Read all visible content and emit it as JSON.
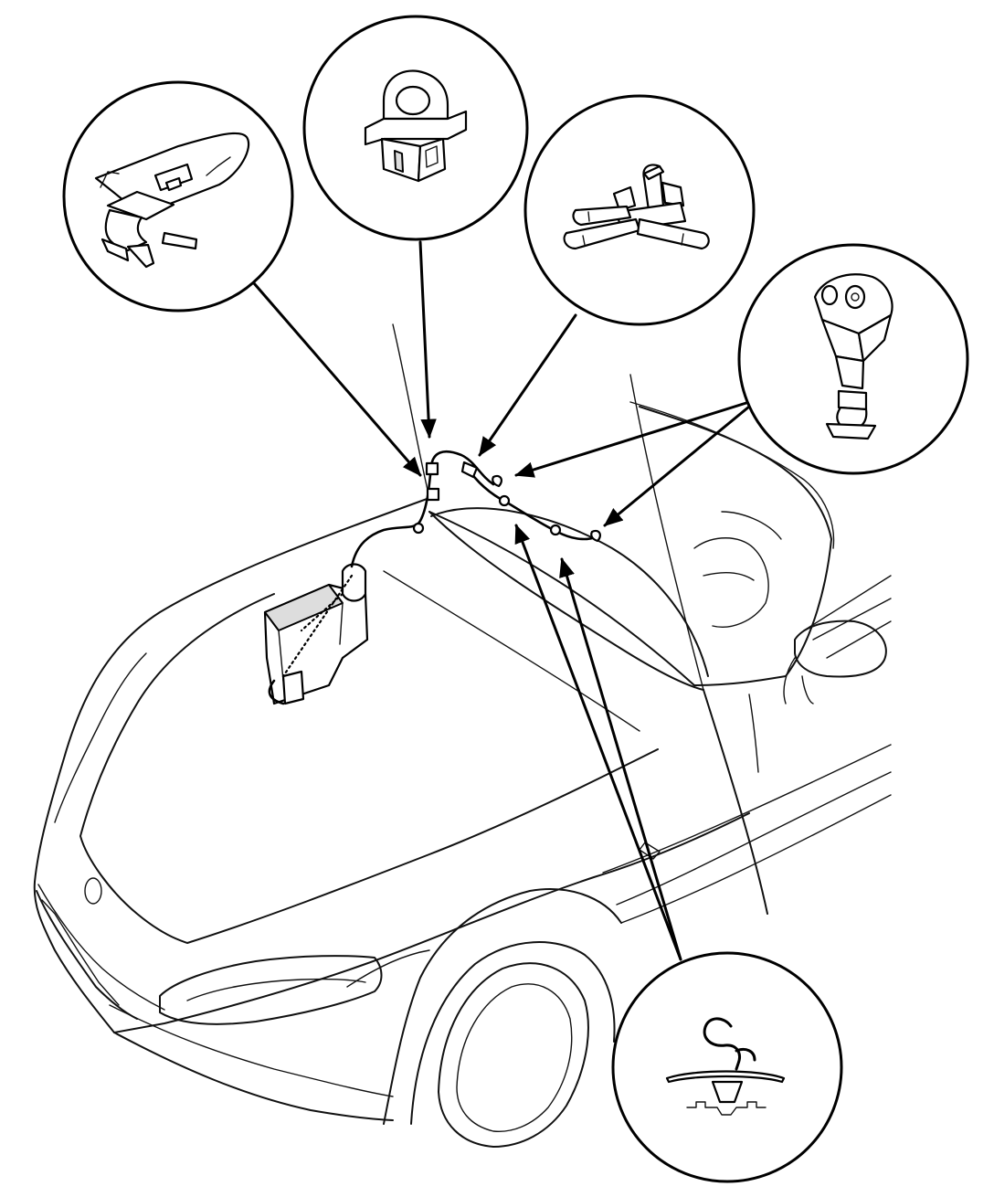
{
  "figure": {
    "colors": {
      "line": "#000000",
      "background": "#ffffff",
      "fill_light": "#dddddd"
    },
    "components": [
      {
        "id": "clip-a",
        "icon": "hose-clip-icon"
      },
      {
        "id": "clip-b",
        "icon": "hose-clamp-icon"
      },
      {
        "id": "joint",
        "icon": "three-way-joint-icon"
      },
      {
        "id": "nozzle",
        "icon": "washer-nozzle-icon"
      },
      {
        "id": "clip-c",
        "icon": "hook-clip-icon"
      }
    ]
  }
}
